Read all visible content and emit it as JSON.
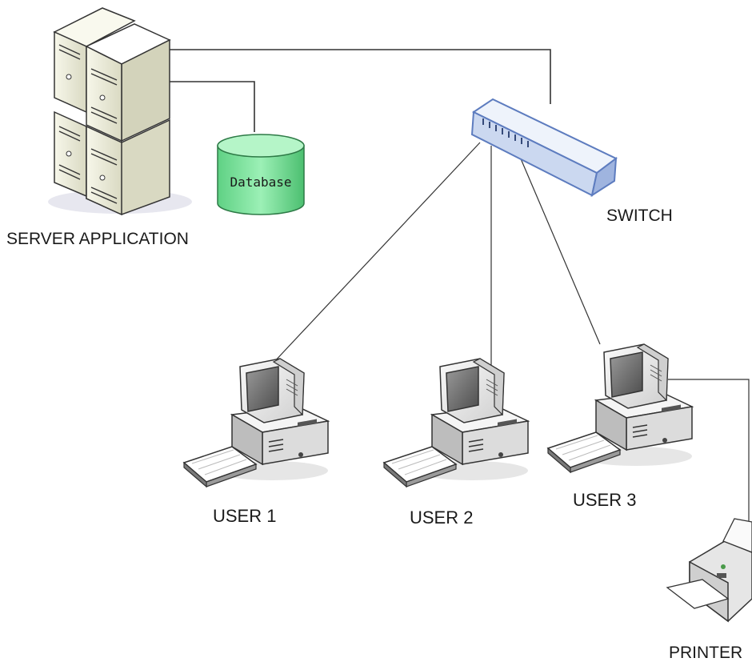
{
  "diagram": {
    "server_label": "SERVER APPLICATION",
    "database_label": "Database",
    "switch_label": "SWITCH",
    "users": [
      {
        "label": "USER 1"
      },
      {
        "label": "USER 2"
      },
      {
        "label": "USER 3"
      }
    ],
    "printer_label": "PRINTER",
    "colors": {
      "line": "#333333",
      "database_fill": "#7fe39f",
      "database_stroke": "#3e8f58",
      "switch_fill": "#d6e1f4",
      "switch_stroke": "#5d7cbf",
      "server_fill": "#ececd7",
      "computer_fill": "#e9e9e9"
    }
  }
}
